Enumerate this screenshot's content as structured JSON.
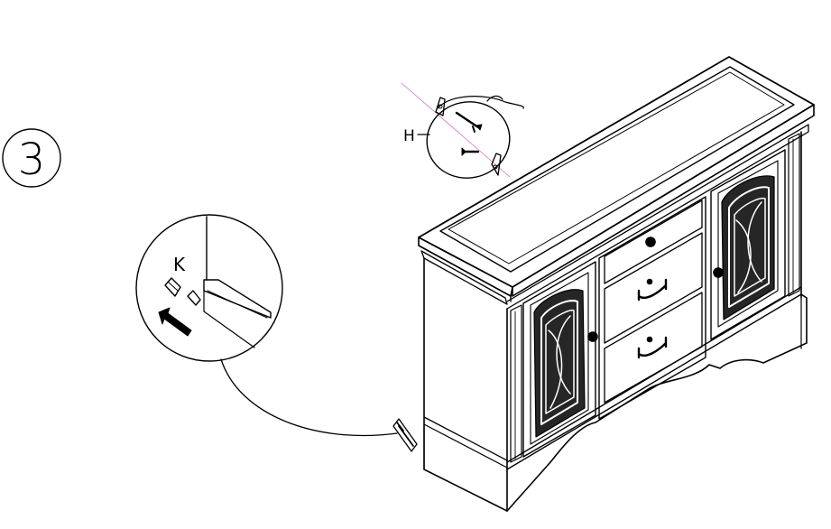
{
  "step": {
    "number": "3"
  },
  "callouts": {
    "hardware": {
      "label": "H"
    },
    "glide": {
      "label": "K"
    }
  },
  "colors": {
    "line": "#000000",
    "background": "#ffffff",
    "guide": "#d070d0"
  }
}
